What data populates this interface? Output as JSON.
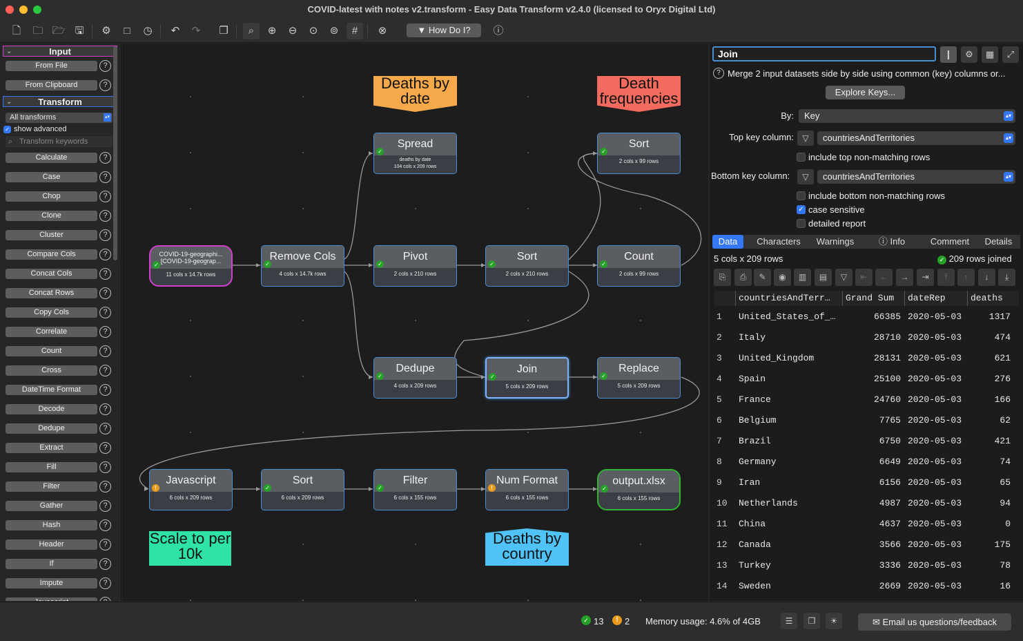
{
  "window": {
    "title": "COVID-latest with notes v2.transform - Easy Data Transform v2.4.0 (licensed to Oryx Digital Ltd)"
  },
  "toolbar": {
    "how_do_i": "How Do I?"
  },
  "left_panel": {
    "input_header": "Input",
    "input_buttons": [
      "From File",
      "From Clipboard"
    ],
    "transform_header": "Transform",
    "filter_select": "All transforms",
    "show_advanced": "show advanced",
    "search_placeholder": "Transform keywords",
    "transforms": [
      "Calculate",
      "Case",
      "Chop",
      "Clone",
      "Cluster",
      "Compare Cols",
      "Concat Cols",
      "Concat Rows",
      "Copy Cols",
      "Correlate",
      "Count",
      "Cross",
      "DateTime Format",
      "Decode",
      "Dedupe",
      "Extract",
      "Fill",
      "Filter",
      "Gather",
      "Hash",
      "Header",
      "If",
      "Impute",
      "Javascript"
    ]
  },
  "canvas": {
    "nodes": [
      {
        "id": "input",
        "title": "COVID-19-geographi...\n[COVID-19-geograp...",
        "subtitle": "11 cols x 14.7k rows"
      },
      {
        "id": "removecols",
        "title": "Remove Cols",
        "subtitle": "4 cols x 14.7k rows"
      },
      {
        "id": "spread",
        "title": "Spread",
        "subtitle": "deaths by date\n104 cols x 209 rows"
      },
      {
        "id": "sort1",
        "title": "Sort",
        "subtitle": "2 cols x 99 rows"
      },
      {
        "id": "pivot",
        "title": "Pivot",
        "subtitle": "2 cols x 210 rows"
      },
      {
        "id": "sort2",
        "title": "Sort",
        "subtitle": "2 cols x 210 rows"
      },
      {
        "id": "count",
        "title": "Count",
        "subtitle": "2 cols x 99 rows"
      },
      {
        "id": "dedupe",
        "title": "Dedupe",
        "subtitle": "4 cols x 209 rows"
      },
      {
        "id": "join",
        "title": "Join",
        "subtitle": "5 cols x 209 rows"
      },
      {
        "id": "replace",
        "title": "Replace",
        "subtitle": "5 cols x 209 rows"
      },
      {
        "id": "javascript",
        "title": "Javascript",
        "subtitle": "6 cols x 209 rows"
      },
      {
        "id": "sort3",
        "title": "Sort",
        "subtitle": "6 cols x 209 rows"
      },
      {
        "id": "filter",
        "title": "Filter",
        "subtitle": "6 cols x 155 rows"
      },
      {
        "id": "numformat",
        "title": "Num Format",
        "subtitle": "6 cols x 155 rows"
      },
      {
        "id": "output",
        "title": "output.xlsx",
        "subtitle": "6 cols x 155 rows"
      }
    ],
    "notes": [
      {
        "text": "Deaths by date",
        "color": "#f6a94a"
      },
      {
        "text": "Death frequencies",
        "color": "#f36b5e"
      },
      {
        "text": "Scale to per 10k",
        "color": "#2ee3a4"
      },
      {
        "text": "Deaths by country",
        "color": "#4fc3f7"
      }
    ]
  },
  "right_panel": {
    "title": "Join",
    "description": "Merge 2 input datasets side by side using common (key) columns or...",
    "explore_keys": "Explore Keys...",
    "by_label": "By:",
    "by_value": "Key",
    "top_key_label": "Top key column:",
    "top_key_value": "countriesAndTerritories",
    "include_top": "include top non-matching rows",
    "bottom_key_label": "Bottom key column:",
    "bottom_key_value": "countriesAndTerritories",
    "include_bottom": "include bottom non-matching rows",
    "case_sensitive": "case sensitive",
    "detailed_report": "detailed report",
    "tabs": [
      "Data",
      "Characters",
      "Warnings",
      "Info",
      "Comment",
      "Details"
    ],
    "dims": "5 cols x 209 rows",
    "joined": "209 rows joined",
    "table": {
      "headers": [
        "countriesAndTerr…",
        "Grand Sum",
        "dateRep",
        "deaths"
      ],
      "rows": [
        [
          "1",
          "United_States_of_…",
          "66385",
          "2020-05-03",
          "1317"
        ],
        [
          "2",
          "Italy",
          "28710",
          "2020-05-03",
          "474"
        ],
        [
          "3",
          "United_Kingdom",
          "28131",
          "2020-05-03",
          "621"
        ],
        [
          "4",
          "Spain",
          "25100",
          "2020-05-03",
          "276"
        ],
        [
          "5",
          "France",
          "24760",
          "2020-05-03",
          "166"
        ],
        [
          "6",
          "Belgium",
          "7765",
          "2020-05-03",
          "62"
        ],
        [
          "7",
          "Brazil",
          "6750",
          "2020-05-03",
          "421"
        ],
        [
          "8",
          "Germany",
          "6649",
          "2020-05-03",
          "74"
        ],
        [
          "9",
          "Iran",
          "6156",
          "2020-05-03",
          "65"
        ],
        [
          "10",
          "Netherlands",
          "4987",
          "2020-05-03",
          "94"
        ],
        [
          "11",
          "China",
          "4637",
          "2020-05-03",
          "0"
        ],
        [
          "12",
          "Canada",
          "3566",
          "2020-05-03",
          "175"
        ],
        [
          "13",
          "Turkey",
          "3336",
          "2020-05-03",
          "78"
        ],
        [
          "14",
          "Sweden",
          "2669",
          "2020-05-03",
          "16"
        ]
      ]
    }
  },
  "status": {
    "ok_count": "13",
    "warn_count": "2",
    "memory": "Memory usage: 4.6% of 4GB",
    "email": "Email us questions/feedback"
  },
  "colors": {
    "accent": "#3478f6",
    "node_border": "#4a8fd6",
    "ok": "#27a02a",
    "warn": "#e89a1a"
  }
}
